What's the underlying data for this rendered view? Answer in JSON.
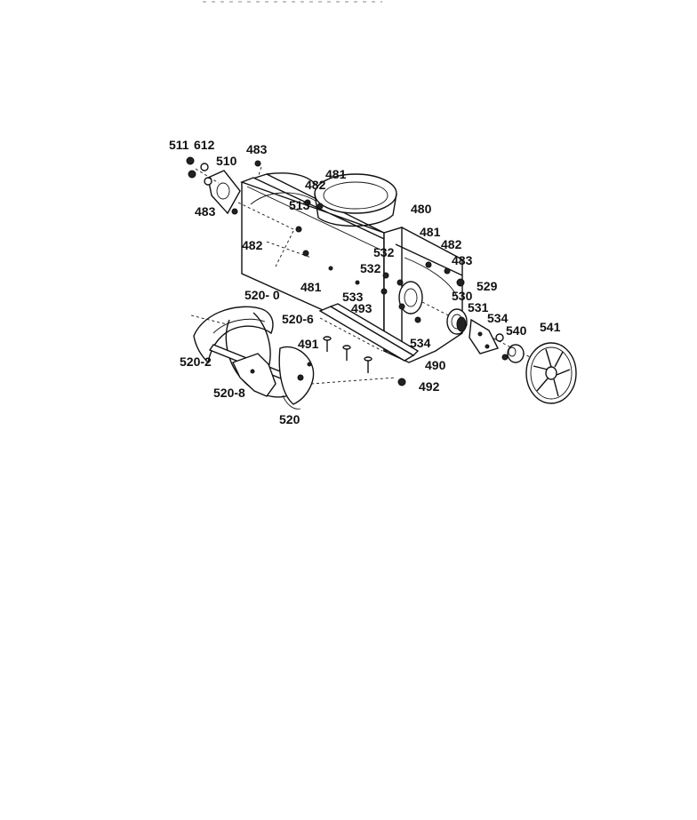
{
  "header_fragment": "",
  "callouts": {
    "c511": "511",
    "c612": "612",
    "c510": "510",
    "c483a": "483",
    "c483b": "483",
    "c483c": "483",
    "c481a": "481",
    "c481b": "481",
    "c481c": "481",
    "c482a": "482",
    "c482b": "482",
    "c482c": "482",
    "c513": "513",
    "c480": "480",
    "c532a": "532",
    "c532b": "532",
    "c529": "529",
    "c520_0": "520- 0",
    "c533": "533",
    "c530": "530",
    "c520_6": "520-6",
    "c493": "493",
    "c531": "531",
    "c534a": "534",
    "c534b": "534",
    "c491": "491",
    "c540": "540",
    "c541": "541",
    "c520_2": "520-2",
    "c490": "490",
    "c492": "492",
    "c520_8": "520-8",
    "c520": "520"
  }
}
